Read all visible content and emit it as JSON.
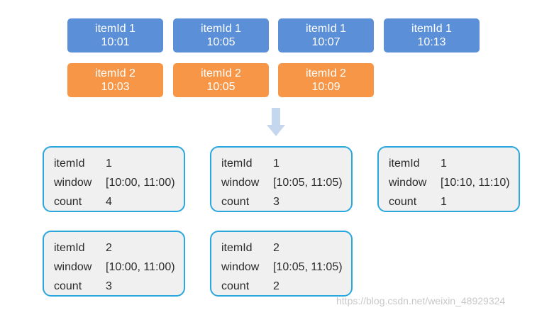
{
  "events": [
    {
      "line1": "itemId 1",
      "line2": "10:01",
      "color": "#5b8fd8"
    },
    {
      "line1": "itemId 1",
      "line2": "10:05",
      "color": "#5b8fd8"
    },
    {
      "line1": "itemId 1",
      "line2": "10:07",
      "color": "#5b8fd8"
    },
    {
      "line1": "itemId 1",
      "line2": "10:13",
      "color": "#5b8fd8"
    },
    {
      "line1": "itemId 2",
      "line2": "10:03",
      "color": "#f79646"
    },
    {
      "line1": "itemId 2",
      "line2": "10:05",
      "color": "#f79646"
    },
    {
      "line1": "itemId 2",
      "line2": "10:09",
      "color": "#f79646"
    }
  ],
  "labels": {
    "item": "itemId",
    "window": "window",
    "count": "count"
  },
  "results": [
    {
      "item": "1",
      "window": "[10:00, 11:00)",
      "count": "4"
    },
    {
      "item": "1",
      "window": "[10:05, 11:05)",
      "count": "3"
    },
    {
      "item": "1",
      "window": "[10:10, 11:10)",
      "count": "1"
    },
    {
      "item": "2",
      "window": "[10:00, 11:00)",
      "count": "3"
    },
    {
      "item": "2",
      "window": "[10:05, 11:05)",
      "count": "2"
    }
  ],
  "watermark": "https://blog.csdn.net/weixin_48929324",
  "colors": {
    "blue": "#5b8fd8",
    "orange": "#f79646",
    "border": "#2aa7dc",
    "arrow": "#c5d7ee"
  },
  "arrow_icon": "down-arrow-icon"
}
